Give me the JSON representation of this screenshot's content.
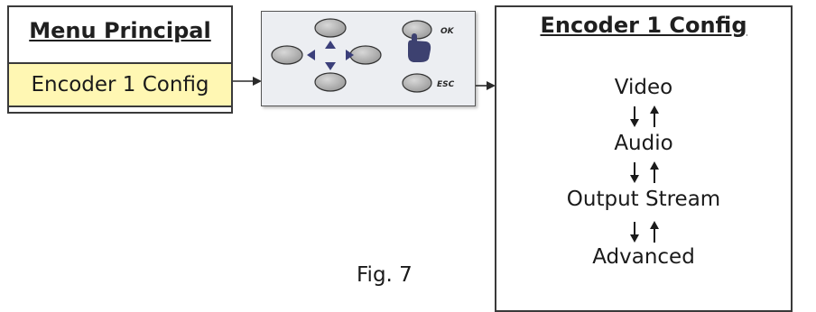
{
  "menu": {
    "title": "Menu Principal",
    "selected_item": "Encoder 1 Config"
  },
  "keypad": {
    "ok_label": "OK",
    "esc_label": "ESC"
  },
  "config": {
    "title": "Encoder 1 Config",
    "options": [
      "Video",
      "Audio",
      "Output Stream",
      "Advanced"
    ]
  },
  "caption": "Fig. 7"
}
